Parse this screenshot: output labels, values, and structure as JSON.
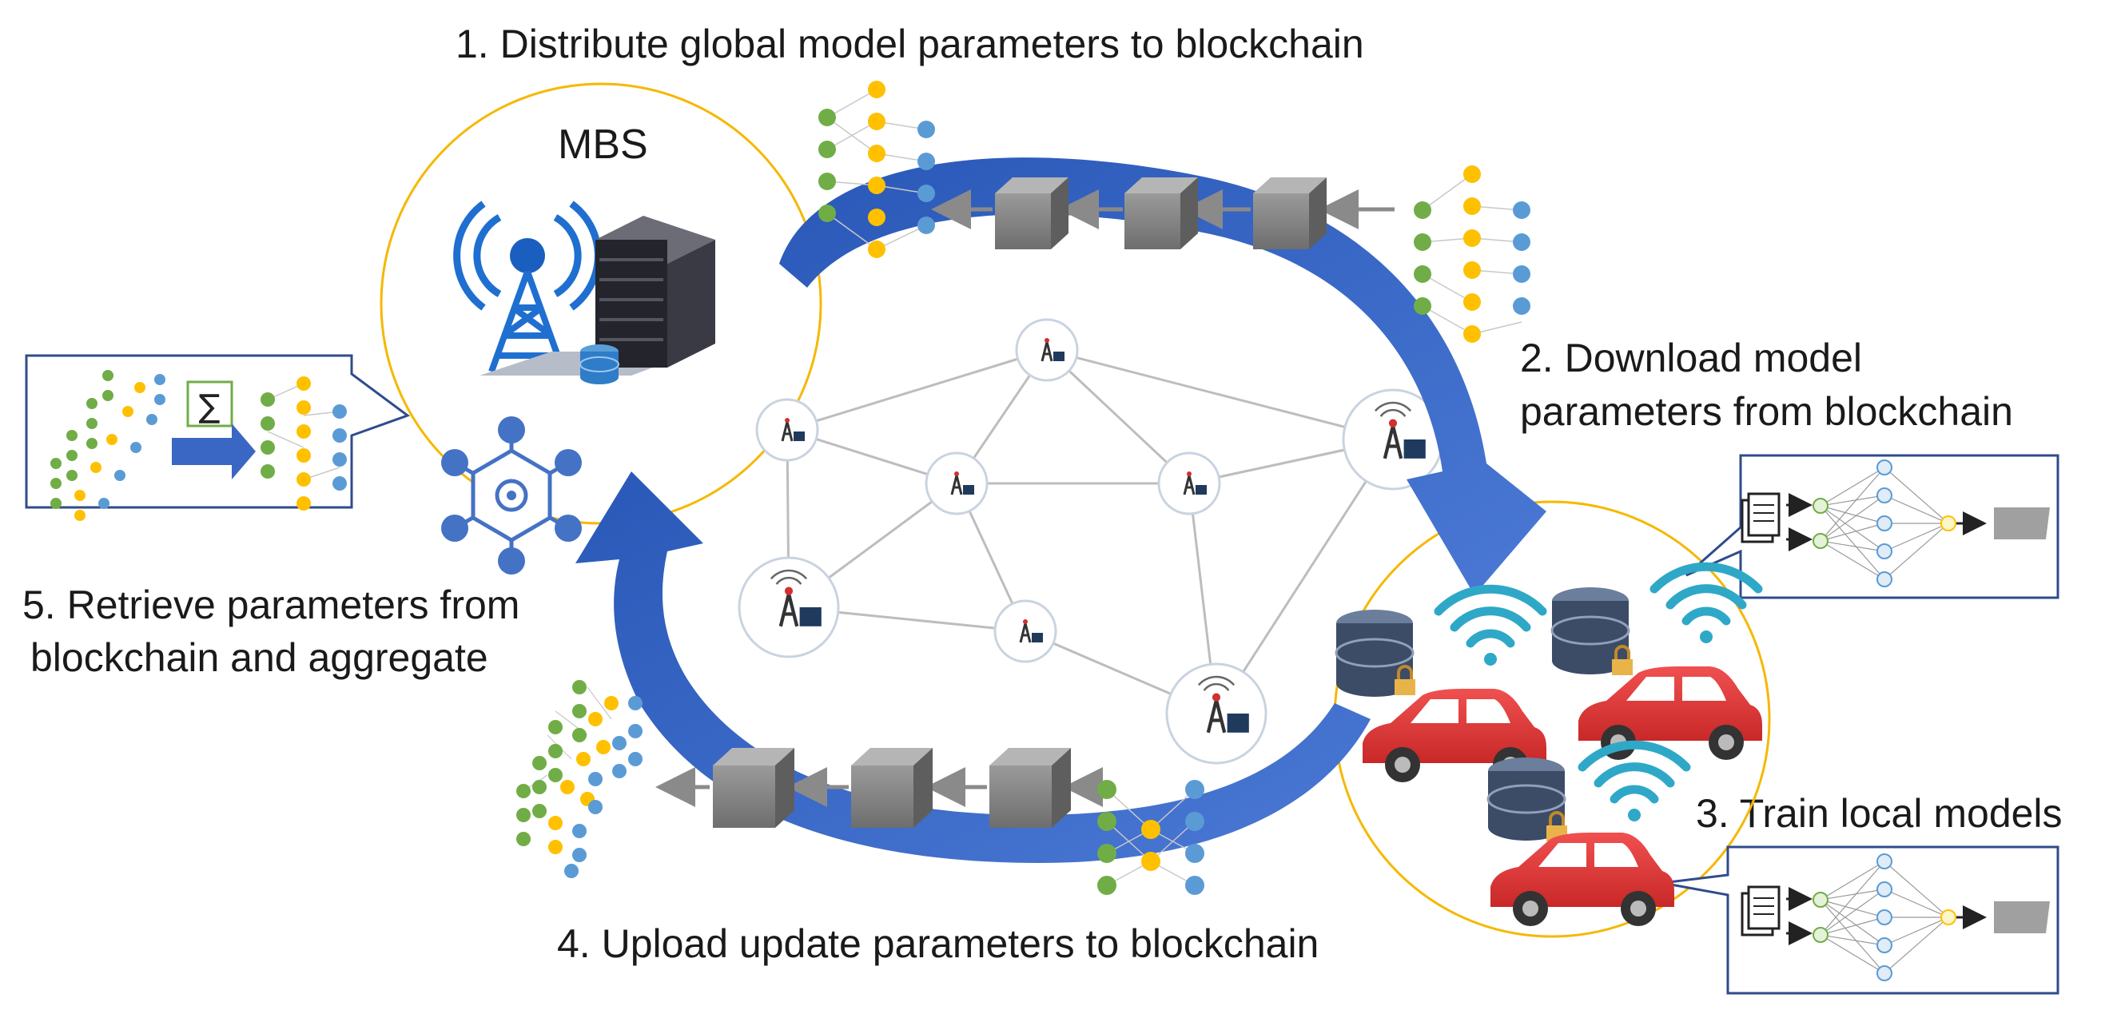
{
  "labels": {
    "step1": "1. Distribute global model parameters to blockchain",
    "step2_line1": "2. Download model",
    "step2_line2": "parameters from blockchain",
    "step3": "3. Train local models",
    "step4": "4. Upload update parameters to blockchain",
    "step5_line1": "5. Retrieve parameters from",
    "step5_line2": "blockchain and aggregate",
    "mbs": "MBS",
    "sum_symbol": "∑"
  },
  "colors": {
    "arrow_blue": "#3b67c4",
    "circle_outline": "#f5b800",
    "node_green": "#70ad47",
    "node_yellow": "#ffc000",
    "node_blue": "#5b9bd5",
    "block_gray": "#8c8c8c",
    "car_red": "#e03c3c",
    "wifi_teal": "#2fa8c8",
    "callout_border": "#2f4b8c"
  },
  "icons": {
    "tower": "radio-tower-icon",
    "server": "server-rack-icon",
    "database": "database-icon",
    "car": "car-icon",
    "wifi": "wifi-icon",
    "lock": "lock-icon",
    "gear": "gear-icon",
    "document": "document-icon",
    "block": "blockchain-block-icon",
    "network_node": "network-node-icon"
  }
}
